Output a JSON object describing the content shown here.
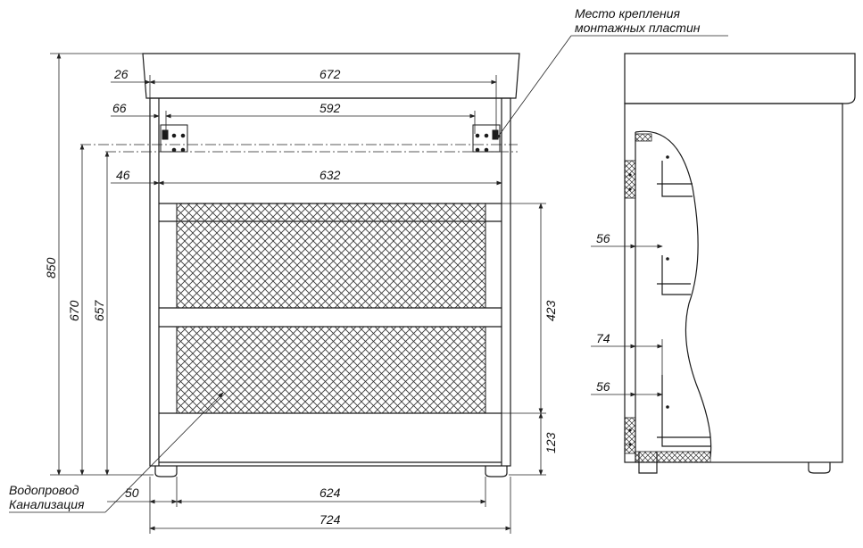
{
  "notes": {
    "mount_line1": "Место крепления",
    "mount_line2": "монтажных пластин",
    "water": "Водопровод",
    "sewer": "Канализация"
  },
  "dims": {
    "d26": "26",
    "d672": "672",
    "d66": "66",
    "d592": "592",
    "d46": "46",
    "d632": "632",
    "d850": "850",
    "d670": "670",
    "d657": "657",
    "d423": "423",
    "d123": "123",
    "d50": "50",
    "d624": "624",
    "d724": "724",
    "d56a": "56",
    "d74": "74",
    "d56b": "56"
  },
  "colors": {
    "line": "#1a1a1a",
    "hatch": "#333333",
    "dim": "#222222"
  }
}
